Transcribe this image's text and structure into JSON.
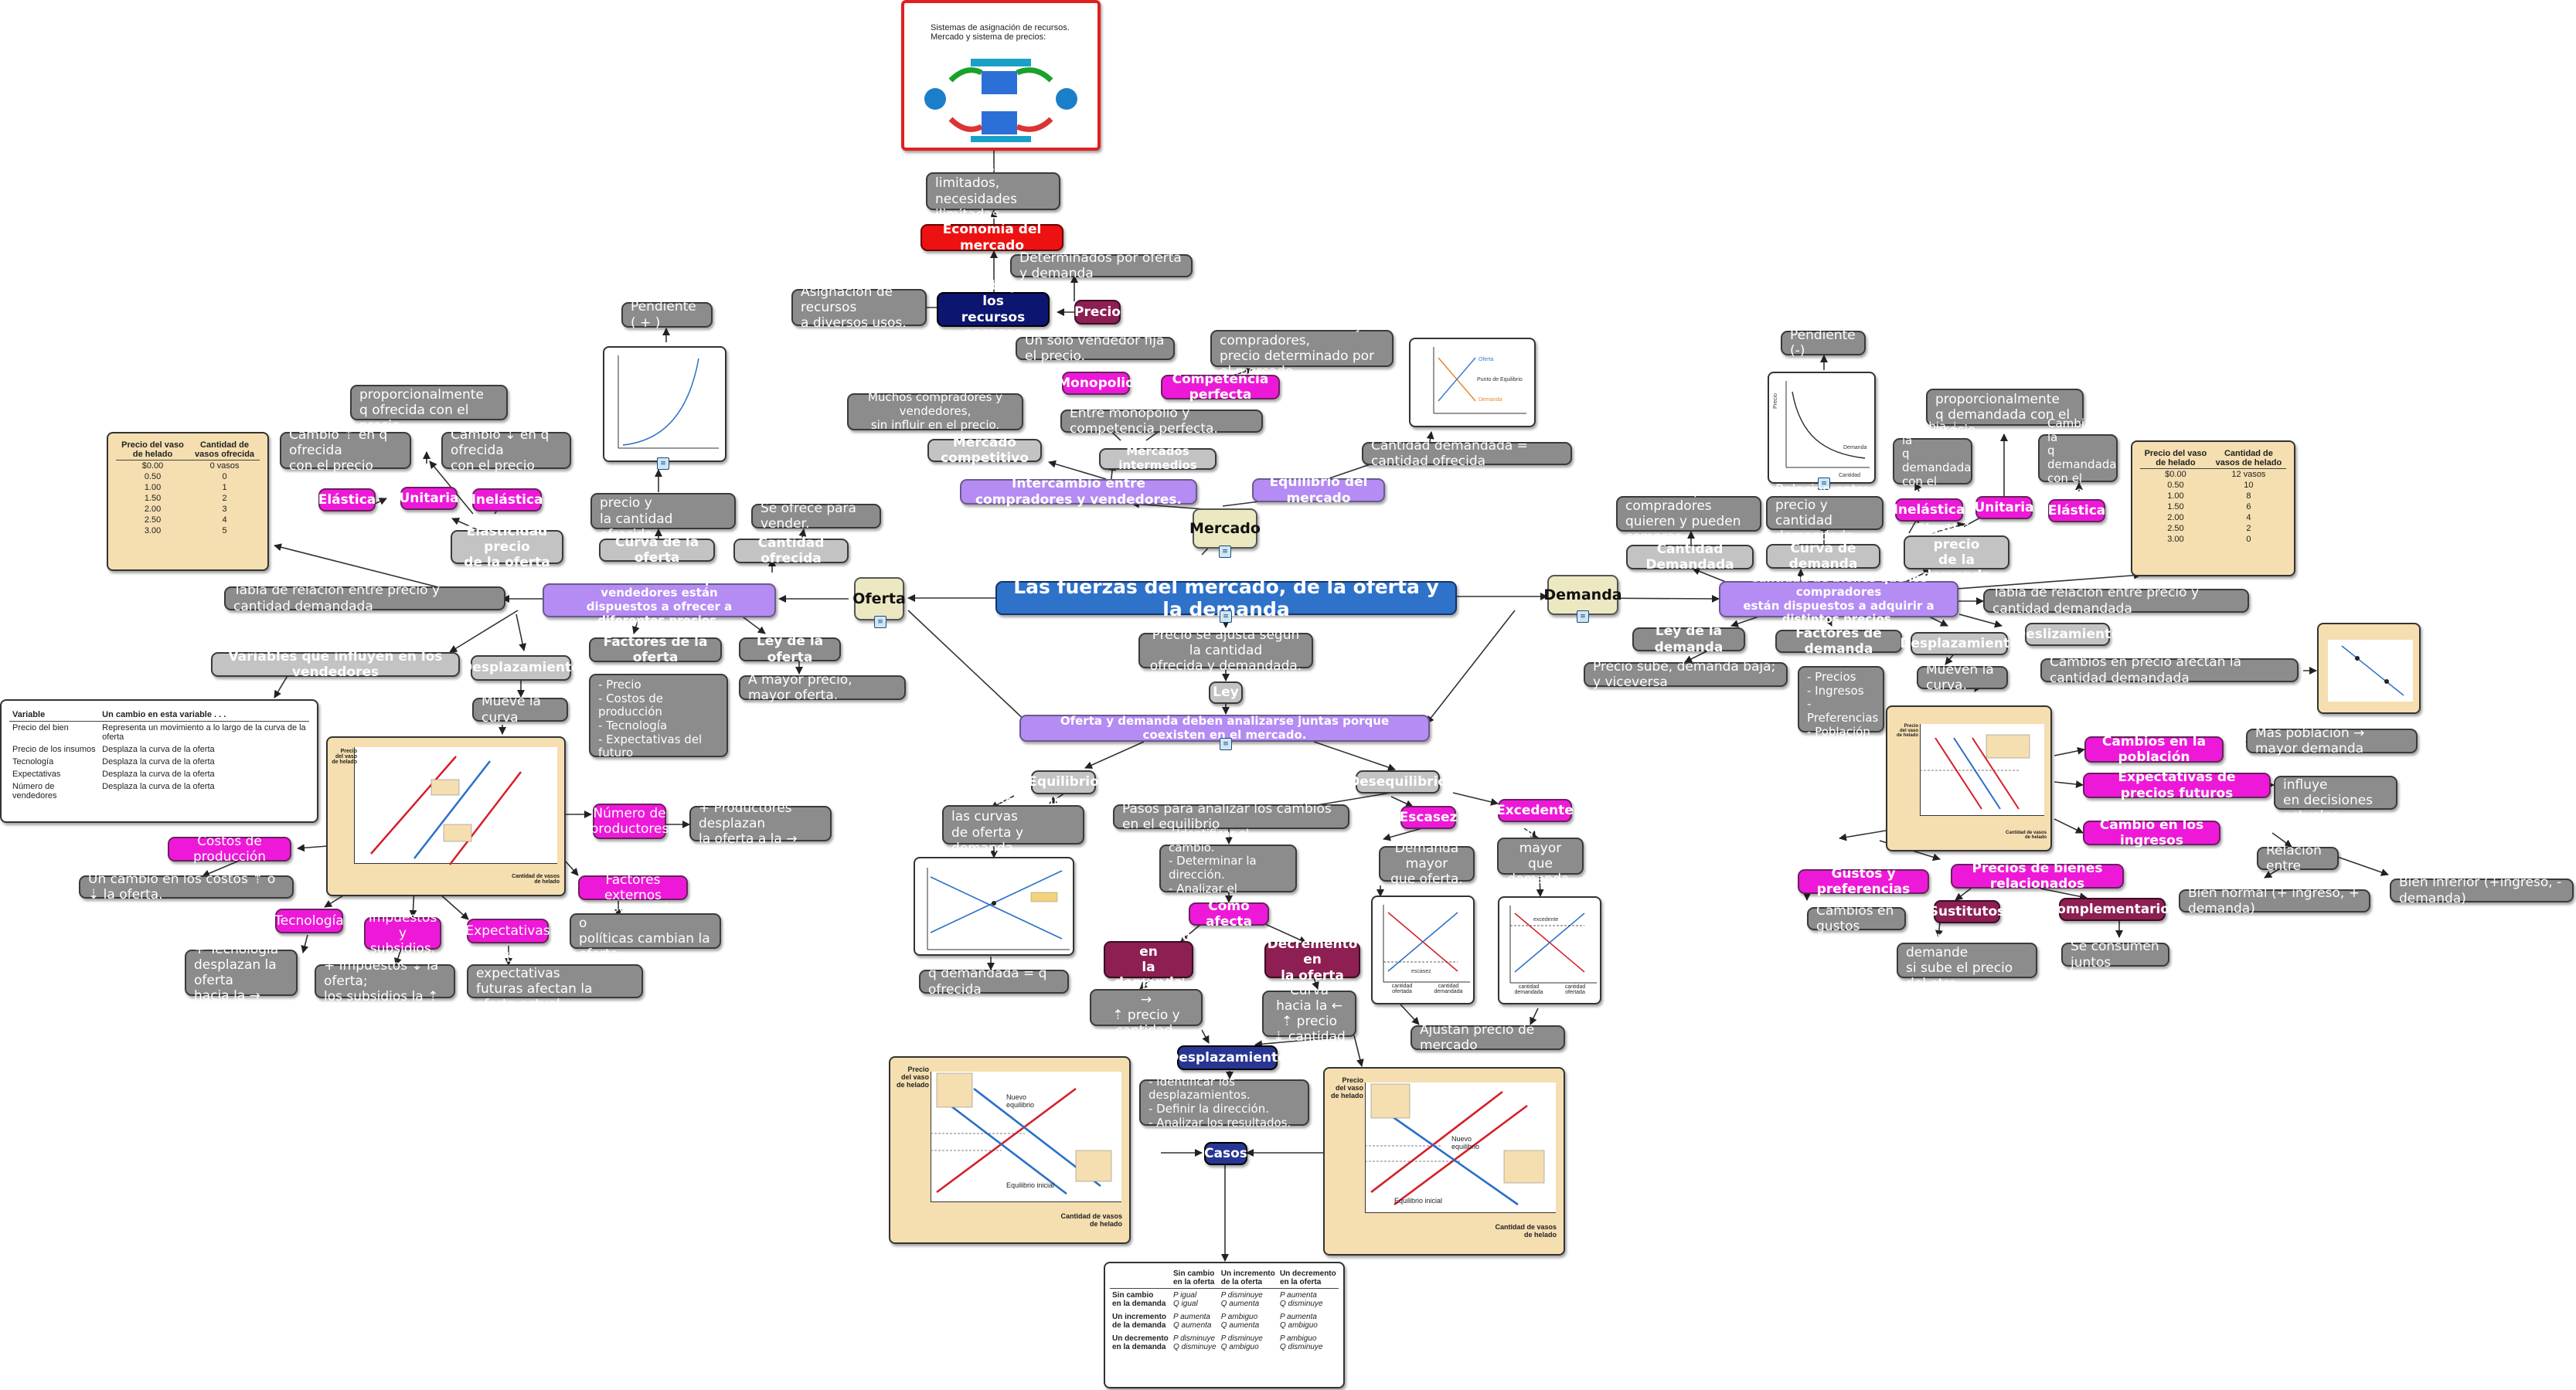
{
  "center": {
    "title": "Las fuerzas del mercado, de la oferta y la demanda"
  },
  "mercado": {
    "label": "Mercado",
    "image_title": "Sistemas de asignación de recursos. Mercado y sistema de precios:",
    "recursos": "Recursos limitados,\nnecesidades ilimitadas.",
    "economia": "Economía del mercado",
    "distribuyen": "Distribuyen los\nrecursos escasos",
    "asignacion": "Asignación de recursos\na diversos usos.",
    "precio": "Precio",
    "determinados": "Determinados por oferta y demanda",
    "vendedor_solo": "Un solo vendedor fija el precio.",
    "monopolio": "Monopolio",
    "competencia": "Competencia perfecta",
    "muchos_vend": "Muchos vendedores y compradores,\nprecio determinado por el mercado.",
    "entre": "Entre monopolio y competencia perfecta.",
    "muchos_comp": "Muchos compradores y vendedores,\nsin influir en el precio.",
    "mercado_competitivo": "Mercado competitivo",
    "mercados_intermedios": "Mercados intermedios",
    "intercambio": "Intercambio entre compradores y vendedores.",
    "equilibrio_mercado": "Equilibrio del mercado",
    "cantidad_iguales": "Cantidad demandada = cantidad ofrecida"
  },
  "oferta": {
    "label": "Oferta",
    "cantidad": "Cantidad de bienes que los vendedores están\ndispuestos a ofrecer a diferentes precios.",
    "tabla_rel": "Tabla de relación entre precio y cantidad demandada",
    "pendiente": "Pendiente ( + )",
    "curva": "Curva de la oferta",
    "relacion": "Relación entre el precio y\nla cantidad ofrecida",
    "cantidad_ofrecida": "Cantidad ofrecida",
    "se_ofrece": "Se ofrece para vender.",
    "cambia": "Cambia proporcionalmente\nq ofrecida con el precio.",
    "cambio_up": "Cambio ⇡ en q ofrecida\ncon el precio",
    "cambio_down": "Cambio ⇣ en q ofrecida\ncon el precio",
    "elastica": "Elástica",
    "unitaria": "Unitaria",
    "inelastica": "Inelástica",
    "elasticidad": "Elasticidad precio\nde la oferta",
    "variables": "Variables que influyen en los vendedores",
    "desplazamiento": "Desplazamiento",
    "factores": "Factores de la oferta",
    "factores_list": "-  Precio\n-  Costos de producción\n-  Tecnología\n-  Expectativas del futuro\n-  Número de productores\n-  Condiciones climáticas",
    "ley": "Ley de la oferta",
    "mayor": "A mayor precio, mayor oferta.",
    "mueve": "Mueve la curva",
    "numero": "Número de\nproductores",
    "mas_productores": "+ Productores desplazan\nla oferta a la →",
    "costos": "Costos de producción",
    "un_cambio": "Un cambio en los costos ⇡ o ⇣ la oferta.",
    "factores_ext": "Factores externos",
    "desastres": "Desastres naturales o\npolíticas cambian la oferta.",
    "tecnologia": "Tecnología",
    "mas_tecnologia": "+ Tecnología\ndesplazan la oferta\nhacia la →",
    "impuestos": "Impuestos y\nsubsidios.",
    "mas_impuestos": "+ Impuestos ⇣ la oferta;\nlos subsidios la ⇡",
    "expectativas": "Expectativas",
    "cambios_exp": "Cambios en expectativas\nfuturas afectan la oferta actual."
  },
  "oferta_table": {
    "headers": [
      "Precio del vaso\nde helado",
      "Cantidad de\nvasos ofrecida"
    ],
    "rows": [
      [
        "$0.00",
        "0 vasos"
      ],
      [
        "0.50",
        "0"
      ],
      [
        "1.00",
        "1"
      ],
      [
        "1.50",
        "2"
      ],
      [
        "2.00",
        "3"
      ],
      [
        "2.50",
        "4"
      ],
      [
        "3.00",
        "5"
      ]
    ]
  },
  "variables_table": {
    "headers": [
      "Variable",
      "Un cambio en esta variable . . ."
    ],
    "rows": [
      [
        "Precio del bien",
        "Representa un movimiento a lo largo de la curva de la oferta"
      ],
      [
        "Precio de los insumos",
        "Desplaza la curva de la oferta"
      ],
      [
        "Tecnología",
        "Desplaza la curva de la oferta"
      ],
      [
        "Expectativas",
        "Desplaza la curva de la oferta"
      ],
      [
        "Número de vendedores",
        "Desplaza la curva de la oferta"
      ]
    ]
  },
  "demanda": {
    "label": "Demanda",
    "cantidad": "Cantidad de bienes que los compradores\nestán dispuestos a adquirir a distintos precios.",
    "tabla_rel": "Tabla de relación entre precio y cantidad demandada",
    "pendiente": "Pendiente (-)",
    "curva": "Curva de demanda",
    "relacion": "Relación entre precio y\ncantidad demandada.",
    "cantidad_demandada": "Cantidad Demandada",
    "compradores": "Cantidad que compradores\nquieren y pueden comprar.",
    "cambia": "Cambia proporcionalmente\nq demandada con el precio.",
    "cambia_down": "Cambia ⇣  la\nq demandada\ncon el precio.",
    "cambia_up": "Cambia ⇡ la\nq demandada\ncon el precio.",
    "inelastica": "Inelástica",
    "unitaria": "Unitaria",
    "elastica": "Elástica",
    "elasticidad": "Elasticidad precio\nde la demanda",
    "ley": "Ley de la demanda",
    "precio_sube": "Precio sube, demanda baja; y viceversa",
    "factores": "Factores de demanda",
    "factores_list": "-  Precios\n-  Ingresos\n-  Preferencias\n-  Población\n-  Expectativas.",
    "desplazamiento": "Desplazamiento",
    "mueven": "Mueven la curva.",
    "deslizamiento": "Deslizamiento",
    "cambios_precio": "Cambios en precio afectan la cantidad demandada",
    "cambios_poblacion": "Cambios en la población",
    "mas_poblacion": "Más población → mayor demanda",
    "expectativas_precios": "Expectativas de precios futuros",
    "precio_futuro": "Precio futuro influye\nen decisiones actuales.",
    "cambio_ingresos": "Cambio en los ingresos",
    "relacion_entre": "Relacion entre",
    "bien_normal": "Bien normal (+ ingreso, + demanda)",
    "bien_inferior": "Bien Inferior (+ingreso, - demanda)",
    "gustos": "Gustos y preferencias",
    "cambios_gustos": "Cambios en gustos",
    "precios_relacionados": "Precios de bienes relacionados",
    "sustitutos": "Sustitutos",
    "alternativas": "Alternativas, más demande\nsi sube el precio del otro.",
    "complementarios": "Complementarios",
    "se_consumen": "Se consumen juntos"
  },
  "demanda_table": {
    "headers": [
      "Precio del vaso\nde helado",
      "Cantidad de\nvasos de helado"
    ],
    "rows": [
      [
        "$0.00",
        "12 vasos"
      ],
      [
        "0.50",
        "10"
      ],
      [
        "1.00",
        "8"
      ],
      [
        "1.50",
        "6"
      ],
      [
        "2.00",
        "4"
      ],
      [
        "2.50",
        "2"
      ],
      [
        "3.00",
        "0"
      ]
    ]
  },
  "ley": {
    "label": "Ley",
    "precio_ajusta": "Precio se ajusta según la cantidad\nofrecida y demandada.",
    "oferta_demanda": "Oferta y demanda deben analizarse juntas porque coexisten en el mercado.",
    "equilibrio": "Equilibrio",
    "donde": "Donde se cruzan las curvas\nde oferta y demanda.",
    "q_igual": "q demandada = q ofrecida",
    "pasos": "Pasos para analizar los cambios en el equilibrio",
    "pasos_list": "-  Identificar el cambio.\n-  Determinar la dirección.\n-  Analizar el impacto.",
    "como_afecta": "Como afecta",
    "incremento": "Incremento en\nla demanda",
    "curva_der": "Curva hacia la →\n⇡ precio y cantidad.",
    "decremento": "Decremento en\nla oferta",
    "curva_izq": "Curva hacia la ←\n⇡ precio\n⇣ cantidad",
    "desplazamiento": "Desplazamiento",
    "desp_list": "-  Identificar los desplazamientos.\n-  Definir la dirección.\n-  Analizar los resultados.",
    "casos": "Casos",
    "desequilibrio": "Desequilibrio",
    "escasez": "Escasez",
    "excedente": "Excedente",
    "demanda_mayor": "Demanda mayor\nque oferta.",
    "oferta_mayor": "Oferta mayor\nque demanda.",
    "ajustan": "Ajustan precio de mercado"
  },
  "casos_table": {
    "headers": [
      "",
      "Sin cambio\nen la oferta",
      "Un incremento\nde la oferta",
      "Un decremento\nen la oferta"
    ],
    "rows": [
      [
        "Sin cambio\nen la demanda",
        "P igual\nQ igual",
        "P disminuye\nQ aumenta",
        "P aumenta\nQ disminuye"
      ],
      [
        "Un incremento\nde la demanda",
        "P aumenta\nQ aumenta",
        "P ambiguo\nQ aumenta",
        "P aumenta\nQ ambiguo"
      ],
      [
        "Un decremento\nen la demanda",
        "P disminuye\nQ disminuye",
        "P disminuye\nQ ambiguo",
        "P ambiguo\nQ disminuye"
      ]
    ]
  },
  "graph_text": {
    "precio_axis": "Precio\ndel vaso\nde helado",
    "cantidad_axis": "Cantidad de vasos\nde helado",
    "nuevo_equilibrio": "Nuevo\nequilibrio",
    "equilibrio_inicial": "Equilibrio inicial",
    "escasez": "escasez",
    "excedente": "excedente",
    "cantidad_demandada": "cantidad\ndemandada",
    "cantidad_ofertada": "cantidad\nofertada",
    "oferta": "Oferta",
    "demanda": "Demanda",
    "punto_equilibrio": "Punto de Equilibrio",
    "cantidad": "Cantidad",
    "precio": "Precio"
  }
}
